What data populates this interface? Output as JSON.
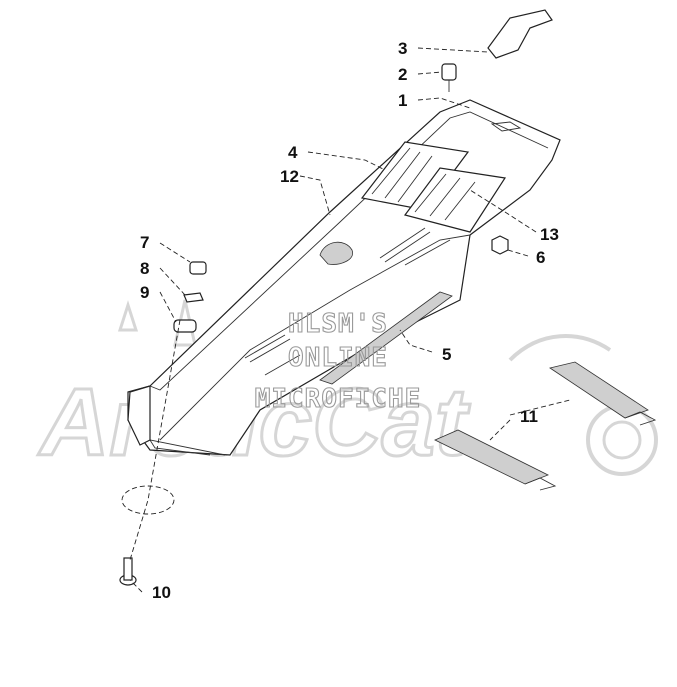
{
  "watermark": {
    "lines": [
      "HLSM'S",
      "ONLINE",
      "MICROFICHE"
    ],
    "logo": "ArcticCat"
  },
  "callouts": [
    {
      "id": "1",
      "label": "1"
    },
    {
      "id": "2",
      "label": "2"
    },
    {
      "id": "3",
      "label": "3"
    },
    {
      "id": "4",
      "label": "4"
    },
    {
      "id": "5",
      "label": "5"
    },
    {
      "id": "6",
      "label": "6"
    },
    {
      "id": "7",
      "label": "7"
    },
    {
      "id": "8",
      "label": "8"
    },
    {
      "id": "9",
      "label": "9"
    },
    {
      "id": "10",
      "label": "10"
    },
    {
      "id": "11",
      "label": "11"
    },
    {
      "id": "12",
      "label": "12"
    },
    {
      "id": "13",
      "label": "13"
    }
  ]
}
